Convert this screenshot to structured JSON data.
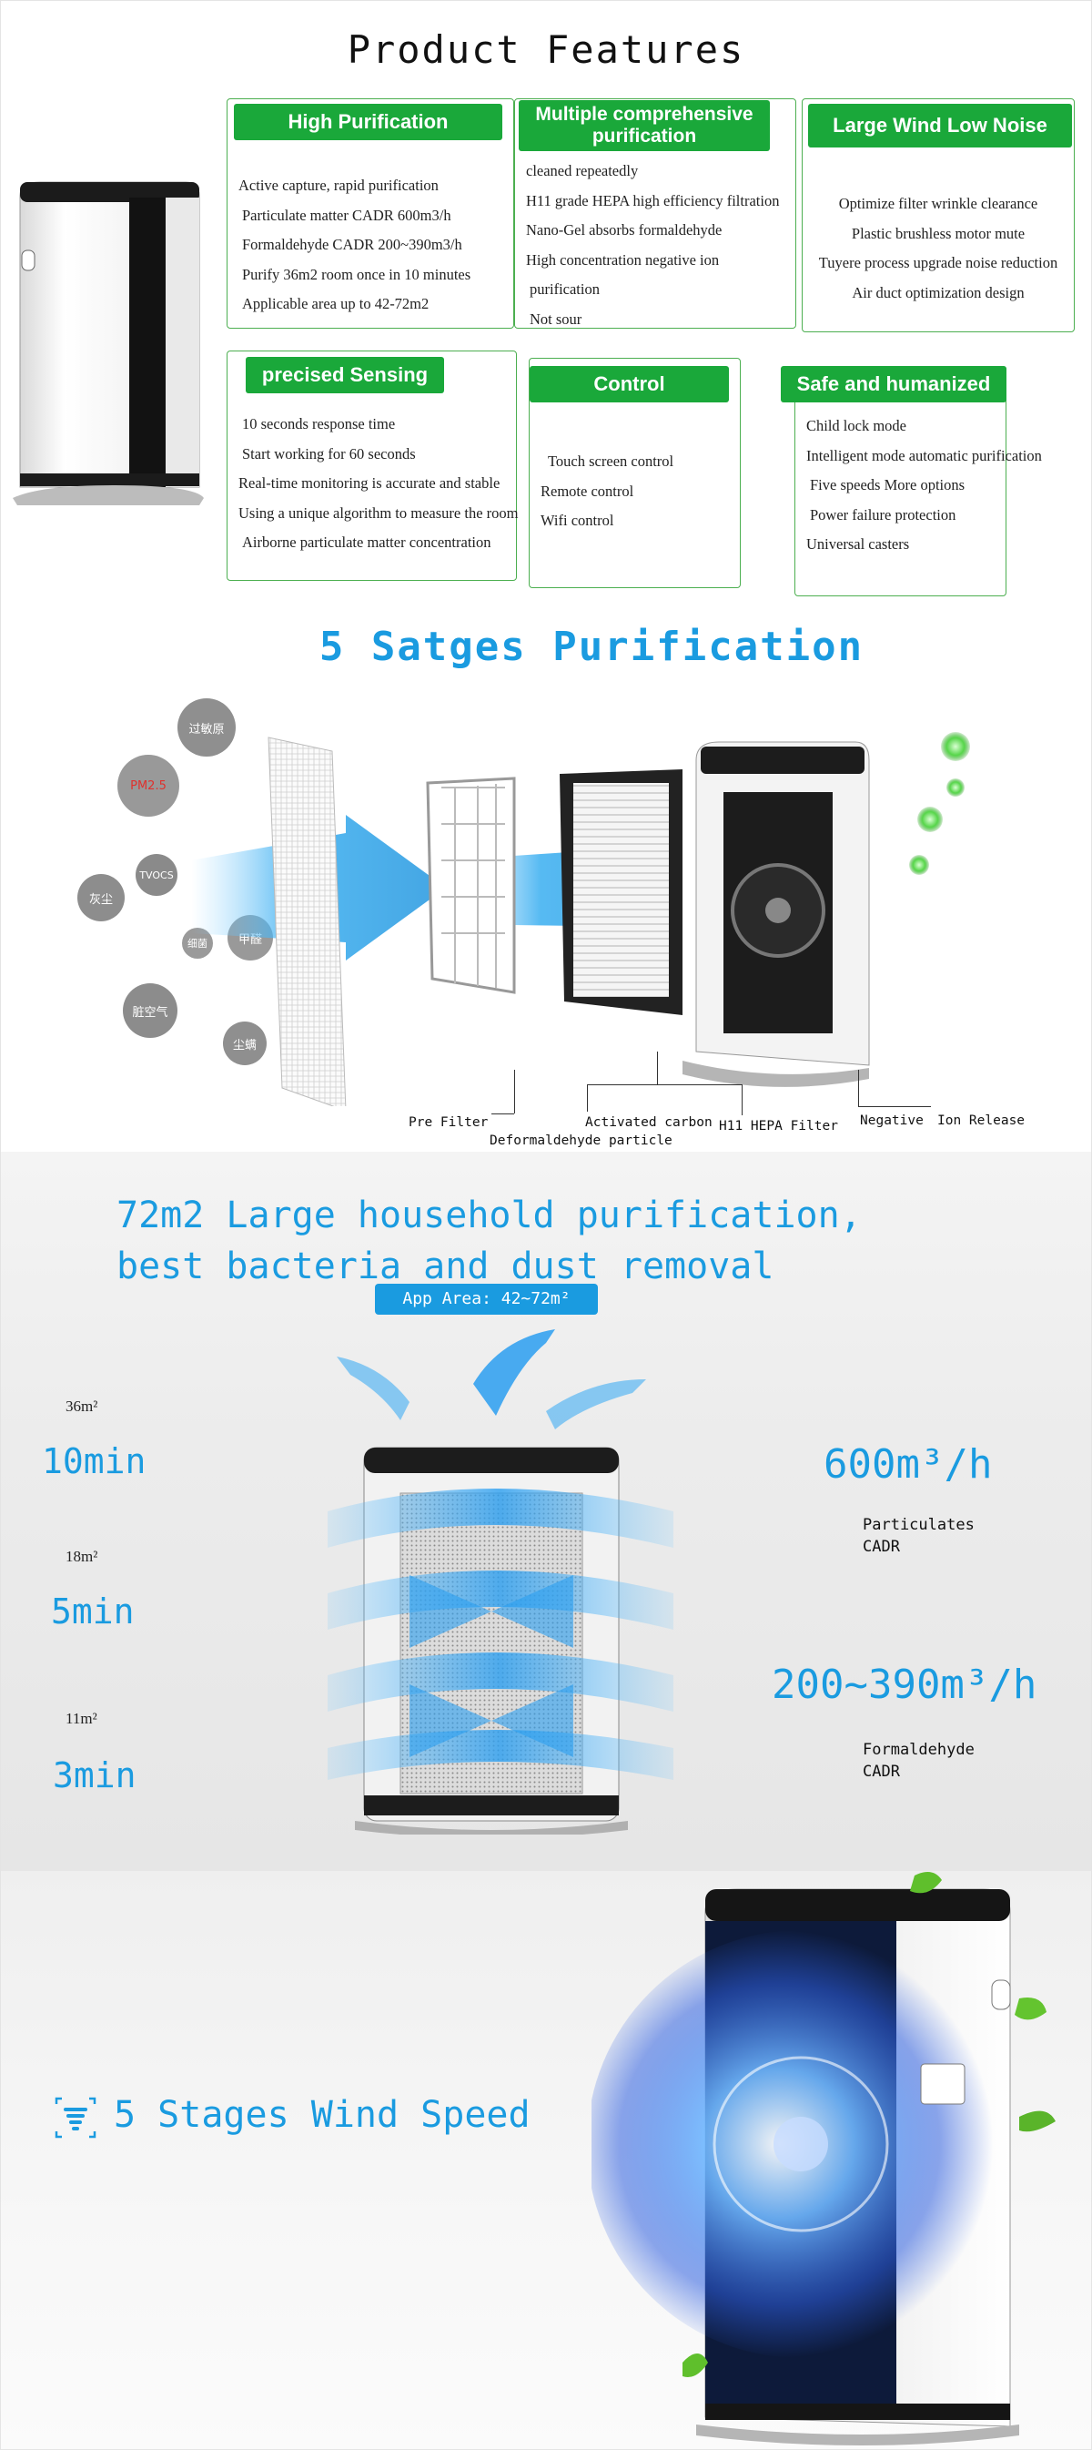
{
  "features": {
    "title": "Product Features",
    "boxes": [
      {
        "heading": "High Purification",
        "items": [
          "Active capture, rapid purification",
          "Particulate matter CADR 600m3/h",
          "Formaldehyde CADR 200~390m3/h",
          "Purify 36m2 room once in 10 minutes",
          "Applicable area up to 42-72m2"
        ]
      },
      {
        "heading": "Multiple comprehensive purification",
        "items": [
          "cleaned repeatedly",
          "H11 grade HEPA high efficiency filtration",
          "Nano-Gel absorbs formaldehyde",
          "High concentration negative ion",
          "purification",
          "Not sour"
        ]
      },
      {
        "heading": "Large Wind Low Noise",
        "items": [
          "Optimize filter wrinkle clearance",
          "Plastic brushless motor mute",
          "Tuyere process upgrade noise reduction",
          "Air duct optimization design"
        ]
      },
      {
        "heading": "precised Sensing",
        "items": [
          "10 seconds response time",
          "Start working for 60 seconds",
          "Real-time monitoring is accurate and stable",
          "Using a unique algorithm to measure the room",
          "Airborne particulate matter concentration"
        ]
      },
      {
        "heading": "Control",
        "items": [
          "Touch screen control",
          "Remote control",
          "Wifi control"
        ]
      },
      {
        "heading": "Safe and humanized",
        "items": [
          "Child lock mode",
          "Intelligent mode automatic purification",
          "Five speeds More options",
          "Power failure protection",
          "Universal casters"
        ]
      }
    ]
  },
  "stages": {
    "title": "5 Satges Purification",
    "pollutants": [
      "过敏原",
      "PM2.5",
      "TVOCS",
      "灰尘",
      "细菌",
      "甲醛",
      "脏空气",
      "尘螨"
    ],
    "labels": {
      "pre_filter": "Pre Filter",
      "activated_carbon": "Activated carbon",
      "deformaldehyde": "Deformaldehyde particle",
      "hepa": "H11 HEPA Filter",
      "negative": "Negative",
      "ion_release": "Ion Release"
    }
  },
  "household": {
    "headline_1": "72m2 Large household purification,",
    "headline_2": "best bacteria and dust removal",
    "app_area": "App Area: 42~72m²",
    "rows": [
      {
        "room": "36m²",
        "time": "10min"
      },
      {
        "room": "18m²",
        "time": "5min"
      },
      {
        "room": "11m²",
        "time": "3min"
      }
    ],
    "cadr_particles": "600m³/h",
    "cadr_particles_label_1": "Particulates",
    "cadr_particles_label_2": "CADR",
    "cadr_formaldehyde": "200~390m³/h",
    "cadr_formaldehyde_label_1": "Formaldehyde",
    "cadr_formaldehyde_label_2": "CADR"
  },
  "wind": {
    "title": "5 Stages Wind Speed"
  },
  "colors": {
    "accent_blue": "#1a9be0",
    "feature_green": "#1aa83a",
    "box_border": "#4caf50"
  },
  "icons": [
    "air-purifier-icon",
    "filter-icon",
    "fan-icon",
    "leaf-icon",
    "wind-speed-icon",
    "arrow-icon"
  ]
}
